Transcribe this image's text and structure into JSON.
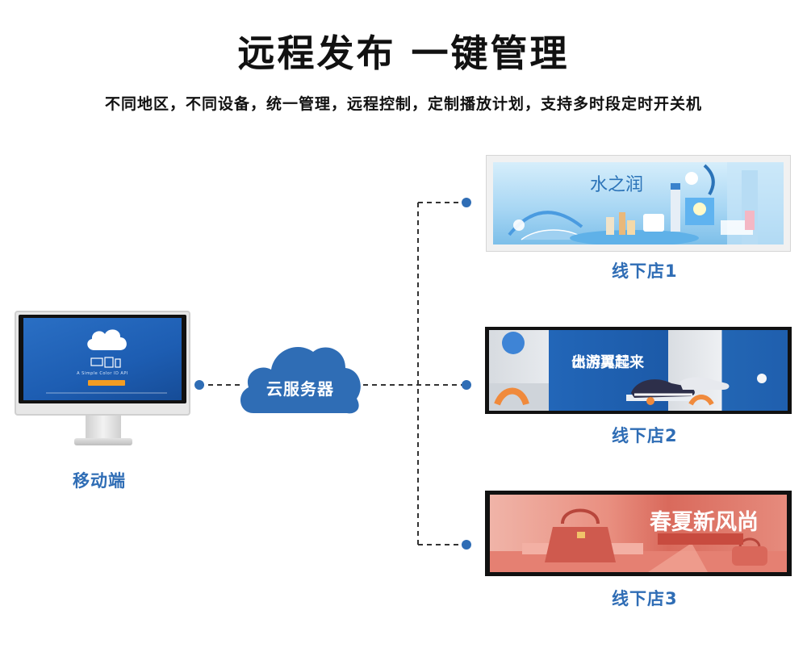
{
  "header": {
    "title": "远程发布 一键管理",
    "subtitle": "不同地区，不同设备，统一管理，远程控制，定制播放计划，支持多时段定时开关机"
  },
  "client": {
    "label": "移动端",
    "screen_text": "A Simple Color ID API"
  },
  "server": {
    "label": "云服务器"
  },
  "stores": [
    {
      "label": "线下店1",
      "ad_title": "水之润"
    },
    {
      "label": "线下店2",
      "ad_small": "休闲男鞋",
      "ad_title": "出游翼起来"
    },
    {
      "label": "线下店3",
      "ad_title": "春夏新风尚"
    }
  ],
  "colors": {
    "accent": "#2f6db5",
    "connector": "#333333",
    "node_dot": "#2f6db5"
  }
}
